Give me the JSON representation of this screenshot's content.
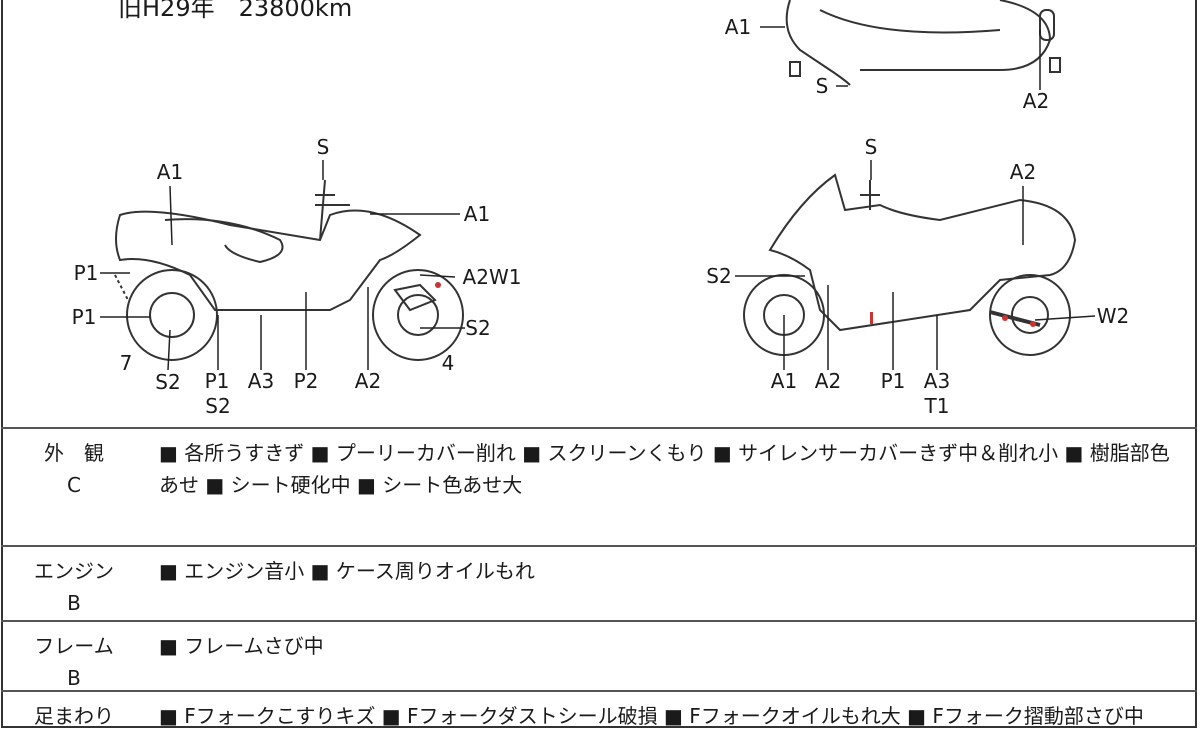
{
  "header": "旧H29年　23800km",
  "diagram_labels": {
    "top": [
      "A1",
      "S",
      "A2"
    ],
    "left": [
      "S",
      "A1",
      "A1",
      "P1",
      "A2W1",
      "P1",
      "S2",
      "7",
      "4",
      "S2",
      "P1",
      "A3",
      "P2",
      "A2",
      "S2"
    ],
    "right": [
      "S",
      "A2",
      "S2",
      "W2",
      "A1",
      "A2",
      "P1",
      "A3",
      "T1"
    ]
  },
  "rows": [
    {
      "category": "外　観",
      "grade": "C",
      "text": "■ 各所うすきず ■ プーリーカバー削れ ■ スクリーンくもり ■ サイレンサーカバーきず中＆削れ小 ■ 樹脂部色あせ ■ シート硬化中 ■ シート色あせ大"
    },
    {
      "category": "エンジン",
      "grade": "B",
      "text": "■ エンジン音小 ■ ケース周りオイルもれ"
    },
    {
      "category": "フレーム",
      "grade": "B",
      "text": "■ フレームさび中"
    },
    {
      "category": "足まわり",
      "grade": "",
      "text": "■ Fフォークこすりキズ ■ Fフォークダストシール破損 ■ Fフォークオイルもれ大 ■ Fフォーク摺動部さび中"
    }
  ]
}
